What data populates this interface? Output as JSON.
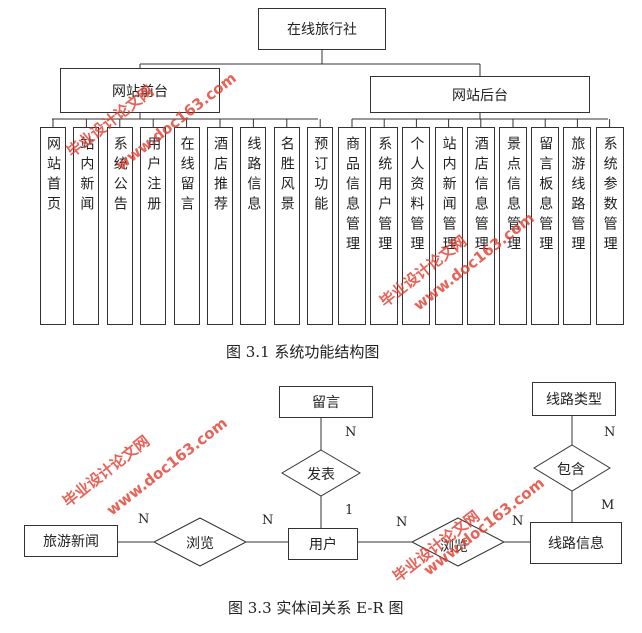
{
  "tree": {
    "root": "在线旅行社",
    "left_group": {
      "label": "网站前台",
      "items": [
        "网站首页",
        "站内新闻",
        "系统公告",
        "用户注册",
        "在线留言",
        "酒店推荐",
        "线路信息",
        "名胜风景",
        "预订功能"
      ]
    },
    "right_group": {
      "label": "网站后台",
      "items": [
        "商品信息管理",
        "系统用户管理",
        "个人资料管理",
        "站内新闻管理",
        "酒店信息管理",
        "景点信息管理",
        "留言板息管理",
        "旅游线路管理",
        "系统参数管理"
      ]
    },
    "caption": "图 3.1  系统功能结构图"
  },
  "er": {
    "entities": {
      "message": "留言",
      "route_type": "线路类型",
      "news": "旅游新闻",
      "user": "用户",
      "route_info": "线路信息"
    },
    "relations": {
      "publish": "发表",
      "browse_news": "浏览",
      "browse_route": "浏览",
      "contain": "包含"
    },
    "cardinality": {
      "message_n": "N",
      "user_one": "1",
      "news_n": "N",
      "user_n_left": "N",
      "user_n_right": "N",
      "route_n": "N",
      "type_n": "N",
      "route_m": "M"
    },
    "caption": "图 3.3 实体间关系 E-R 图"
  },
  "watermarks": [
    "毕业设计论文网",
    "www.doc163.com"
  ]
}
